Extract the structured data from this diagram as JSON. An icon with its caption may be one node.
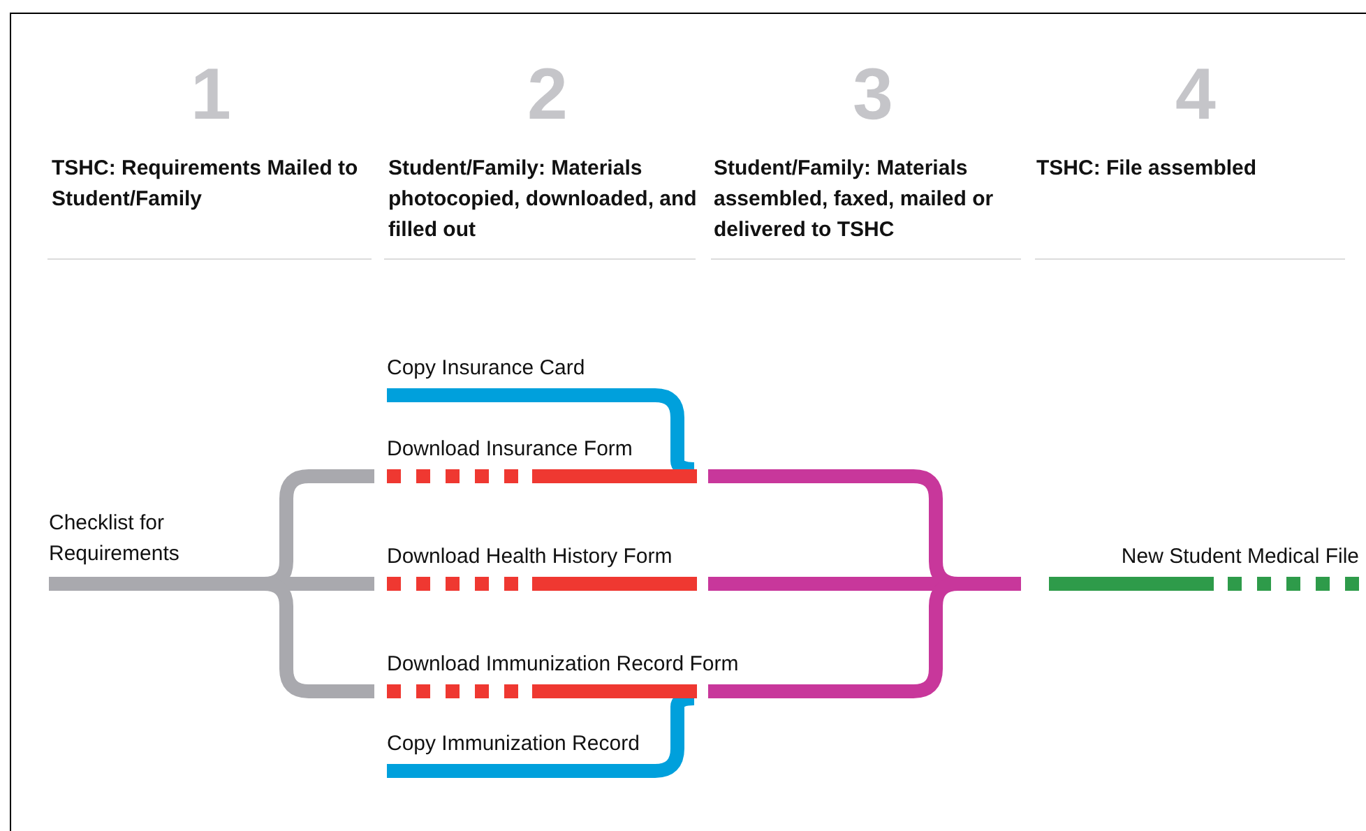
{
  "diagram": {
    "nodes": [
      {
        "text": [
          "Checklist for Requirements"
        ]
      },
      {
        "text": [
          "Copy Insurance Card"
        ]
      },
      {
        "text": [
          "Download Insurance Form"
        ]
      },
      {
        "text": [
          "Download Health History Form"
        ]
      },
      {
        "text": [
          "Download Immunization Record Form"
        ]
      },
      {
        "text": [
          "Copy Immunization Record"
        ]
      },
      {
        "text": [
          "New Student Medical File"
        ]
      }
    ],
    "edges": [
      {
        "from": 0,
        "to": 2,
        "arrow": "none",
        "color": "#a9a9ae"
      },
      {
        "from": 0,
        "to": 3,
        "arrow": "none",
        "color": "#a9a9ae"
      },
      {
        "from": 0,
        "to": 4,
        "arrow": "none",
        "color": "#a9a9ae"
      },
      {
        "from": 1,
        "to": 2,
        "arrow": "none",
        "color": "#00a0dc"
      },
      {
        "from": 5,
        "to": 4,
        "arrow": "none",
        "color": "#00a0dc"
      },
      {
        "from": 2,
        "to": 6,
        "arrow": "none",
        "color": "#c8379b"
      },
      {
        "from": 3,
        "to": 6,
        "arrow": "none",
        "color": "#c8379b"
      },
      {
        "from": 4,
        "to": 6,
        "arrow": "none",
        "color": "#c8379b"
      }
    ],
    "labels": [
      "1",
      "TSHC: Requirements Mailed to Student/Family",
      "2",
      "Student/Family: Materials photocopied, downloaded, and filled out",
      "3",
      "Student/Family: Materials assembled, faxed, mailed or delivered to TSHC",
      "4",
      "TSHC: File assembled"
    ]
  }
}
